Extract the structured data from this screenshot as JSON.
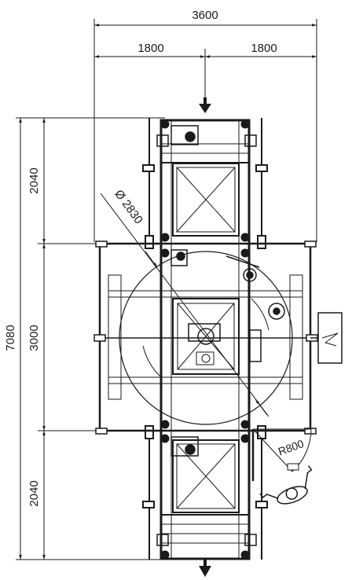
{
  "dimensions": {
    "total_width": "3600",
    "half_width_left": "1800",
    "half_width_right": "1800",
    "total_length": "7080",
    "segment_top": "2040",
    "segment_middle": "3000",
    "segment_bottom": "2040",
    "turntable_diameter": "Ø 2830",
    "door_radius": "R800"
  },
  "colors": {
    "line": "#1a1a1a",
    "thin_line": "#444444"
  },
  "icons": [
    "arrow-down-icon",
    "operator-icon",
    "control-panel-icon",
    "motor-icon"
  ]
}
